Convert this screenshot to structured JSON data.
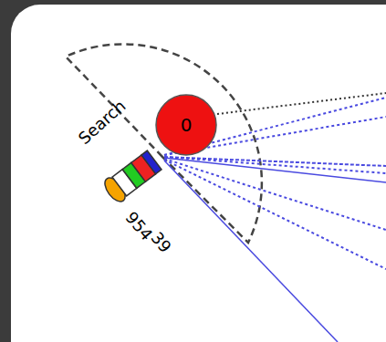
{
  "diagram": {
    "nodes": [
      {
        "text": [
          "0"
        ]
      }
    ],
    "labels": [
      "Search",
      "954",
      "39"
    ]
  }
}
